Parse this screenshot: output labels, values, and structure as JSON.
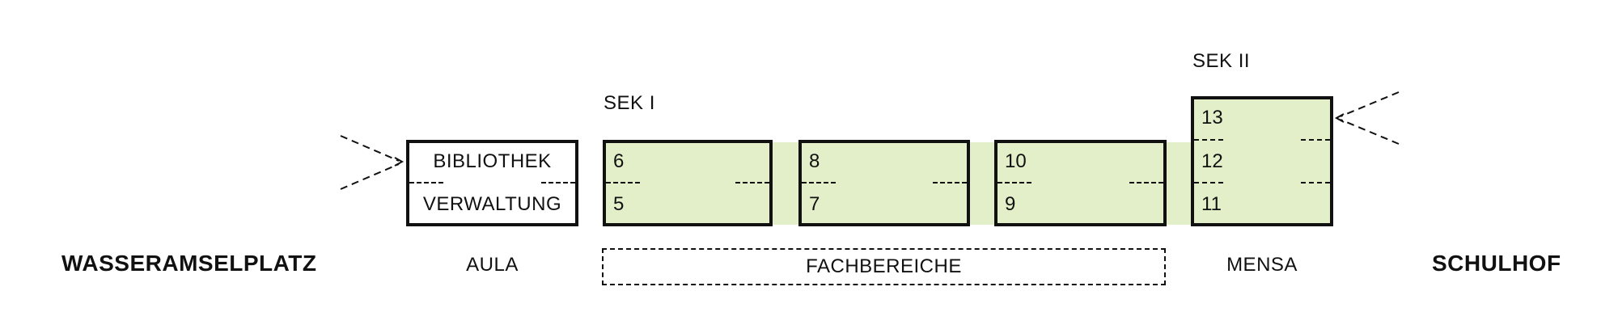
{
  "site": {
    "left_area_label": "WASSERAMSELPLATZ",
    "right_area_label": "SCHULHOF"
  },
  "aula": {
    "caption": "AULA",
    "rooms": [
      "BIBLIOTHEK",
      "VERWALTUNG"
    ]
  },
  "sek1": {
    "label": "SEK I",
    "blocks": [
      {
        "floors": [
          "6",
          "5"
        ]
      },
      {
        "floors": [
          "8",
          "7"
        ]
      },
      {
        "floors": [
          "10",
          "9"
        ]
      }
    ]
  },
  "sek2": {
    "label": "SEK II",
    "caption": "MENSA",
    "floors": [
      "13",
      "12",
      "11"
    ]
  },
  "fachbereiche": {
    "label": "FACHBEREICHE"
  },
  "colors": {
    "building_fill_green": "#e3efc8",
    "ink": "#111111",
    "background": "#ffffff"
  }
}
